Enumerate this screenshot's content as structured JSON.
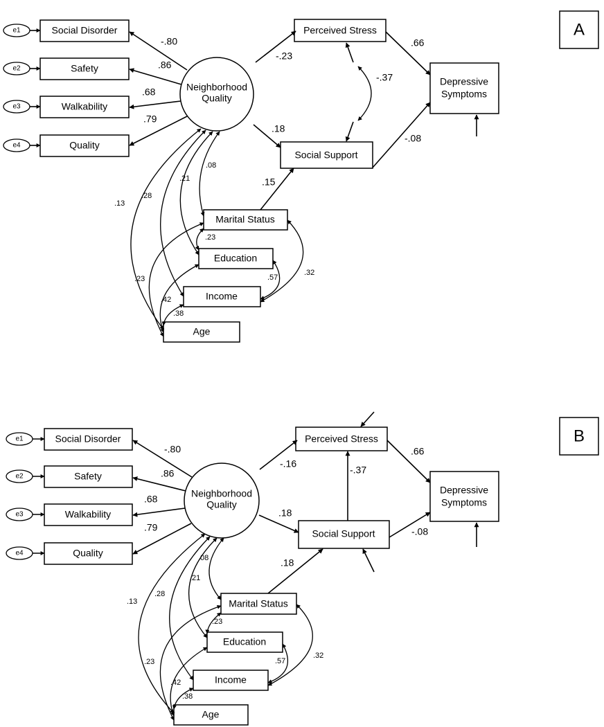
{
  "panels": [
    {
      "label": "A",
      "nodes": {
        "e1": "e1",
        "e2": "e2",
        "e3": "e3",
        "e4": "e4",
        "social_disorder": "Social Disorder",
        "safety": "Safety",
        "walkability": "Walkability",
        "quality": "Quality",
        "nq_line1": "Neighborhood",
        "nq_line2": "Quality",
        "perceived_stress": "Perceived Stress",
        "social_support": "Social Support",
        "dep_line1": "Depressive",
        "dep_line2": "Symptoms",
        "marital_status": "Marital Status",
        "education": "Education",
        "income": "Income",
        "age": "Age"
      },
      "coefficients": {
        "social_disorder": "-.80",
        "safety": ".86",
        "walkability": ".68",
        "quality": ".79",
        "nq_stress": "-.23",
        "nq_support": ".18",
        "stress_dep": ".66",
        "support_dep": "-.08",
        "stress_support": "-.37",
        "marital_support": ".15"
      },
      "covariances": {
        "nq_marital": ".08",
        "nq_education": ".21",
        "nq_income": ".28",
        "nq_age": ".13",
        "marital_education": ".23",
        "marital_income": ".32",
        "marital_age": ".23",
        "education_income": ".57",
        "education_age": ".42",
        "income_age": ".38"
      }
    },
    {
      "label": "B",
      "nodes": {
        "e1": "e1",
        "e2": "e2",
        "e3": "e3",
        "e4": "e4",
        "social_disorder": "Social Disorder",
        "safety": "Safety",
        "walkability": "Walkability",
        "quality": "Quality",
        "nq_line1": "Neighborhood",
        "nq_line2": "Quality",
        "perceived_stress": "Perceived Stress",
        "social_support": "Social Support",
        "dep_line1": "Depressive",
        "dep_line2": "Symptoms",
        "marital_status": "Marital Status",
        "education": "Education",
        "income": "Income",
        "age": "Age"
      },
      "coefficients": {
        "social_disorder": "-.80",
        "safety": ".86",
        "walkability": ".68",
        "quality": ".79",
        "nq_stress": "-.16",
        "nq_support": ".18",
        "stress_dep": ".66",
        "support_dep": "-.08",
        "stress_support": "-.37",
        "marital_support": ".18"
      },
      "covariances": {
        "nq_marital": ".08",
        "nq_education": ".21",
        "nq_income": ".28",
        "nq_age": ".13",
        "marital_education": ".23",
        "marital_income": ".32",
        "marital_age": ".23",
        "education_income": ".57",
        "education_age": ".42",
        "income_age": ".38"
      }
    }
  ]
}
